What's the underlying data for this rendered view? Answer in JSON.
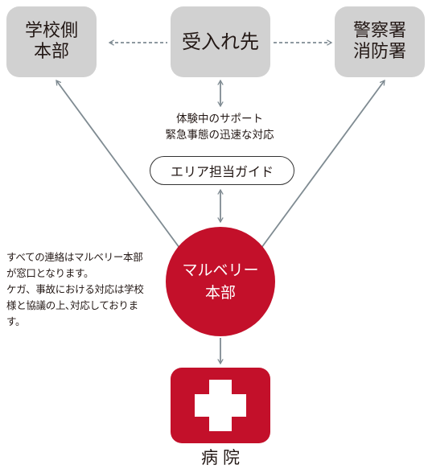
{
  "nodes": {
    "school_hq": "学校側\n本部",
    "host": "受入れ先",
    "police_fire": "警察署\n消防署"
  },
  "support": {
    "line1": "体験中のサポート",
    "line2": "緊急事態の迅速な対応"
  },
  "guide": "エリア担当ガイド",
  "hq": {
    "line1": "マルベリー",
    "line2": "本部"
  },
  "note": {
    "para1": "すべての連絡はマルベリー本部が窓口となります。",
    "para2": "ケガ、事故における対応は学校様と協議の上､対応しております。"
  },
  "hospital": {
    "label": "病院",
    "icon": "red-cross-icon"
  },
  "colors": {
    "accent_red": "#c3102a",
    "node_gray": "#d1d1d1",
    "line_gray": "#7f8b92"
  }
}
